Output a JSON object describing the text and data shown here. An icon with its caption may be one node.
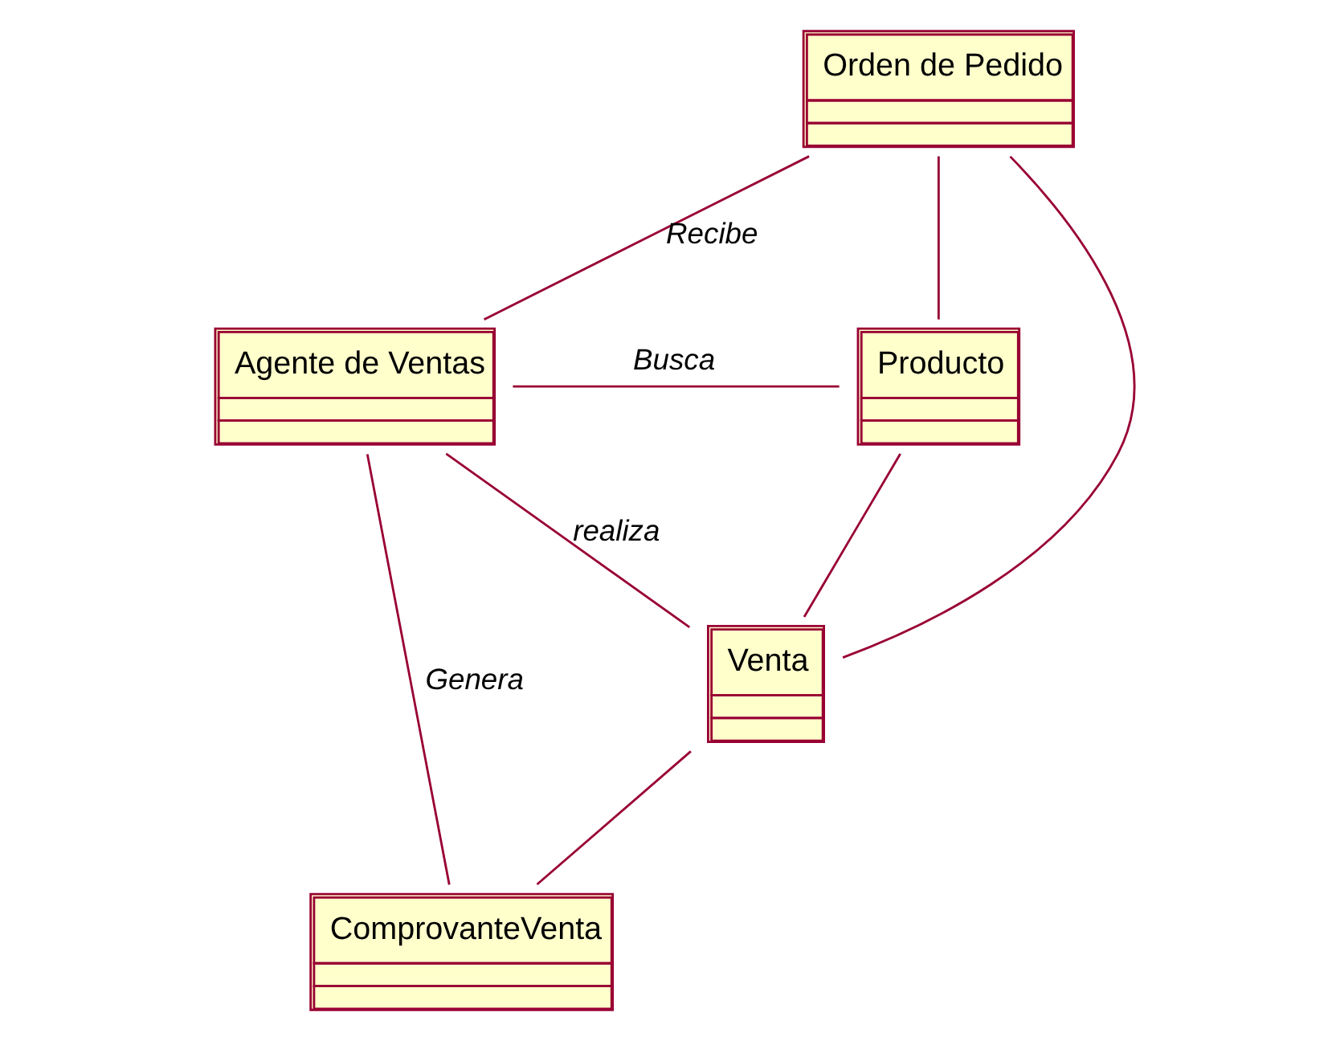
{
  "diagram": {
    "nodes": [
      {
        "text": [
          "Orden de Pedido"
        ]
      },
      {
        "text": [
          "Producto"
        ]
      },
      {
        "text": [
          "Agente de Ventas"
        ]
      },
      {
        "text": [
          "Venta"
        ]
      },
      {
        "text": [
          "ComprovanteVenta"
        ]
      }
    ],
    "edges": [
      {
        "from": 2,
        "to": 0,
        "arrow": "none",
        "label": "Recibe"
      },
      {
        "from": 2,
        "to": 1,
        "arrow": "none",
        "label": "Busca"
      },
      {
        "from": 2,
        "to": 3,
        "arrow": "none",
        "label": "realiza"
      },
      {
        "from": 2,
        "to": 4,
        "arrow": "none",
        "label": "Genera"
      },
      {
        "from": 0,
        "to": 1,
        "arrow": "none"
      },
      {
        "from": 0,
        "to": 3,
        "arrow": "none"
      },
      {
        "from": 1,
        "to": 3,
        "arrow": "none"
      },
      {
        "from": 3,
        "to": 4,
        "arrow": "none"
      }
    ]
  }
}
